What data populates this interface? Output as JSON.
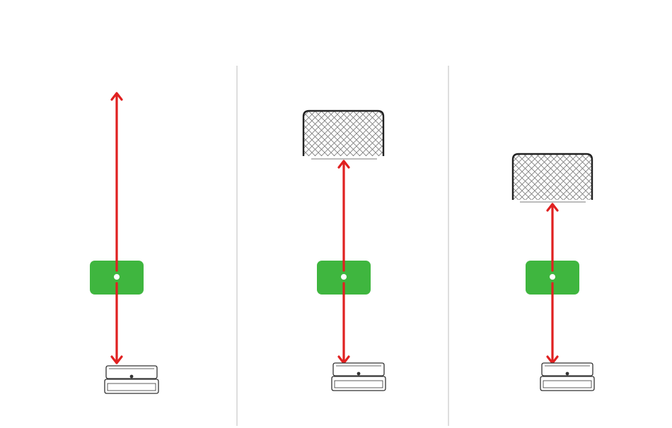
{
  "colors": {
    "background": "#ffffff",
    "divider": "#bdbdbd",
    "arrow": "#e02020",
    "target": "#3fb63f",
    "target_dot": "#ffffff",
    "net_frame": "#222222",
    "net_mesh": "#7a7a7a",
    "device_stroke": "#333333",
    "device_fill": "#ffffff"
  },
  "panels": [
    {
      "name": "panel-no-obstacle",
      "has_obstacle": false,
      "icons": [
        "green-target-icon",
        "sensor-device-icon",
        "double-arrow-icon"
      ]
    },
    {
      "name": "panel-obstacle-far",
      "has_obstacle": true,
      "icons": [
        "net-obstacle-icon",
        "green-target-icon",
        "sensor-device-icon",
        "double-arrow-icon"
      ]
    },
    {
      "name": "panel-obstacle-near",
      "has_obstacle": true,
      "icons": [
        "net-obstacle-icon",
        "green-target-icon",
        "sensor-device-icon",
        "double-arrow-icon"
      ]
    }
  ]
}
